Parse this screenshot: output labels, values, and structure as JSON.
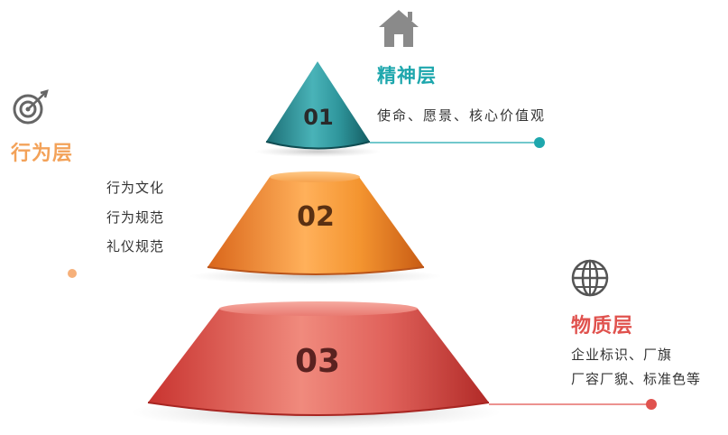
{
  "tiers": [
    {
      "number": "01",
      "title": "精神层",
      "lines": [
        "使命、愿景、核心价值观"
      ],
      "color": "#1ea7ad"
    },
    {
      "number": "02",
      "title": "行为层",
      "lines": [
        "行为文化",
        "行为规范",
        "礼仪规范"
      ],
      "color": "#f3a259"
    },
    {
      "number": "03",
      "title": "物质层",
      "lines": [
        "企业标识、厂旗",
        "厂容厂貌、标准色等"
      ],
      "color": "#e0524e"
    }
  ],
  "icons": {
    "spirit": "house-icon",
    "behavior": "target-icon",
    "material": "globe-icon"
  }
}
